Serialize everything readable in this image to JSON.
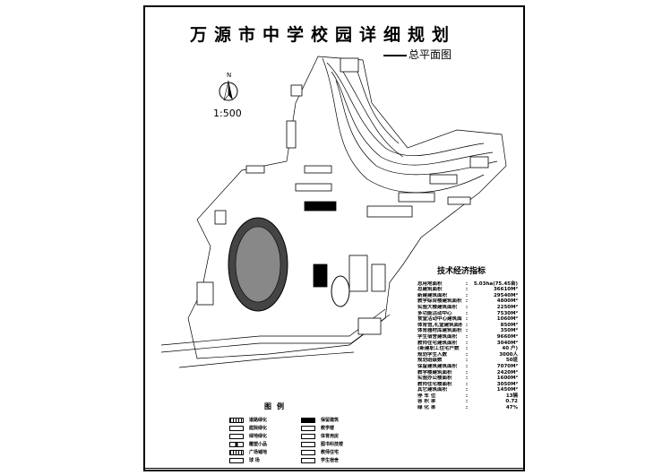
{
  "title": "万源市中学校园详细规划",
  "subtitle": "总平面图",
  "north_label": "N",
  "scale": "1:500",
  "tech": {
    "heading": "技术经济指标",
    "rows": [
      {
        "k": "总用地面积",
        "v": "5.03ha(75.45亩)"
      },
      {
        "k": "总建筑面积",
        "v": "36610M²"
      },
      {
        "k": "新建建筑面积",
        "v": "29540M²"
      },
      {
        "k": "教学综合楼建筑面积",
        "v": "4800M²"
      },
      {
        "k": "实验大楼建筑面积",
        "v": "2250M²"
      },
      {
        "k": "多功能活动中心",
        "v": "7530M²"
      },
      {
        "k": "食堂活动中心建筑面积",
        "v": "1060M²"
      },
      {
        "k": "体育馆,礼堂建筑面积",
        "v": "850M²"
      },
      {
        "k": "体育器材库建筑面积",
        "v": "350M²"
      },
      {
        "k": "学生宿舍建筑面积",
        "v": "9660M²"
      },
      {
        "k": "教师住宅建筑面积",
        "v": "3040M²"
      },
      {
        "k": "(新建职工住宅户数",
        "v": "40 户)"
      },
      {
        "k": "规划学生人数",
        "v": "3000人"
      },
      {
        "k": "规划班级数",
        "v": "50班"
      },
      {
        "k": "保留建筑建筑面积",
        "v": "7070M²"
      },
      {
        "k": "教学楼建筑面积",
        "v": "2420M²"
      },
      {
        "k": "实验办公楼面积",
        "v": "1600M²"
      },
      {
        "k": "教师住宅楼面积",
        "v": "3050M²"
      },
      {
        "k": "其它建筑面积",
        "v": "1450M²"
      },
      {
        "k": "停 车 位",
        "v": "13辆"
      },
      {
        "k": "容 积 率",
        "v": "0.72"
      },
      {
        "k": "绿 化 率",
        "v": "47%"
      }
    ]
  },
  "legend": {
    "title": "图例",
    "items": [
      {
        "label": "道路绿化",
        "style": "dot"
      },
      {
        "label": "保留建筑",
        "style": "black"
      },
      {
        "label": "庭院绿化",
        "style": "plain"
      },
      {
        "label": "教学楼",
        "style": "plain"
      },
      {
        "label": "绿地绿化",
        "style": "plain"
      },
      {
        "label": "体育用房",
        "style": "plain"
      },
      {
        "label": "雕塑小品",
        "style": "mark"
      },
      {
        "label": "图书科技楼",
        "style": "plain"
      },
      {
        "label": "广场铺地",
        "style": "dot"
      },
      {
        "label": "教师住宅",
        "style": "plain"
      },
      {
        "label": "球  场",
        "style": "plain"
      },
      {
        "label": "学生宿舍",
        "style": "plain"
      }
    ]
  }
}
